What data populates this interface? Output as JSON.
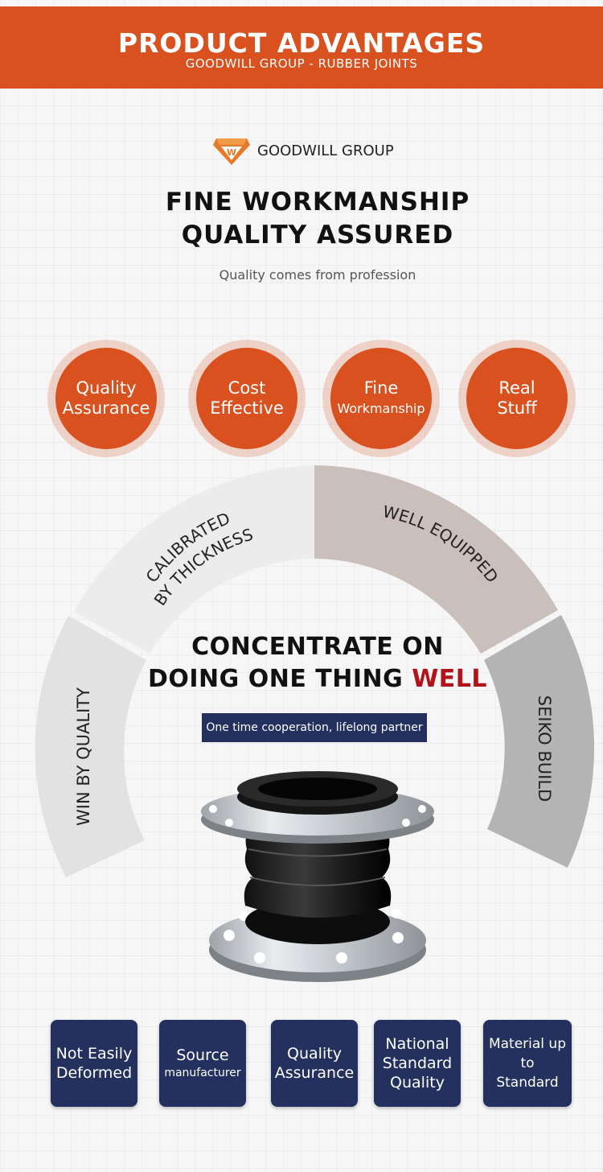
{
  "banner": {
    "title": "PRODUCT ADVANTAGES",
    "subtitle": "GOODWILL GROUP - RUBBER JOINTS"
  },
  "logo": {
    "icon": "goodwill-diamond-logo",
    "text": "GOODWILL GROUP"
  },
  "headline": {
    "line1": "FINE WORKMANSHIP",
    "line2": "QUALITY ASSURED",
    "tagline": "Quality comes from profession"
  },
  "circles": [
    {
      "line1": "Quality",
      "line2": "Assurance"
    },
    {
      "line1": "Cost",
      "line2": "Effective"
    },
    {
      "line1": "Fine",
      "line2": "Workmanship"
    },
    {
      "line1": "Real",
      "line2": "Stuff"
    }
  ],
  "ring_segments": {
    "left": "WIN BY QUALITY",
    "top_left_1": "CALIBRATED",
    "top_left_2": "BY THICKNESS",
    "top_right": "WELL EQUIPPED",
    "right": "SEIKO BUILD"
  },
  "center": {
    "line1": "CONCENTRATE ON",
    "line2_prefix": "DOING ONE THING ",
    "line2_accent": "WELL",
    "pill": "One time cooperation, lifelong partner"
  },
  "product_image": "rubber-expansion-joint",
  "features": [
    {
      "line1": "Not Easily",
      "line2": "Deformed",
      "line3": ""
    },
    {
      "line1": "Source",
      "line2": "manufacturer",
      "line3": ""
    },
    {
      "line1": "Quality",
      "line2": "Assurance",
      "line3": ""
    },
    {
      "line1": "National",
      "line2": "Standard",
      "line3": "Quality"
    },
    {
      "line1": "Material up",
      "line2": "to",
      "line3": "Standard"
    }
  ],
  "colors": {
    "accent": "#d8511f",
    "navy": "#24305e",
    "highlight_red": "#b0131a"
  }
}
